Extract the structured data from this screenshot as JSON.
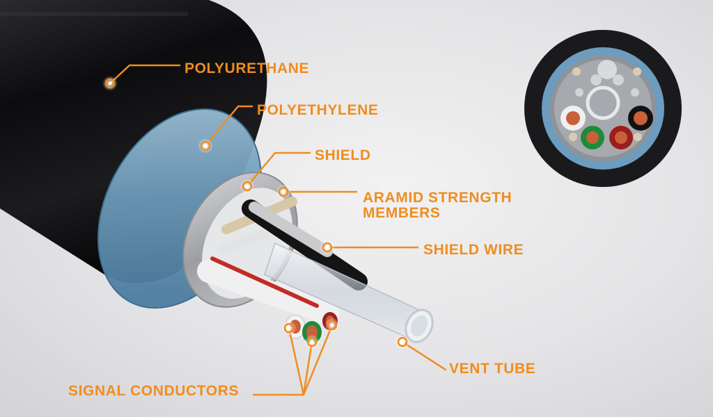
{
  "labels": {
    "polyurethane": "POLYURETHANE",
    "polyethylene": "POLYETHYLENE",
    "shield": "SHIELD",
    "aramid_line1": "ARAMID STRENGTH",
    "aramid_line2": "MEMBERS",
    "shield_wire": "SHIELD WIRE",
    "vent_tube": "VENT TUBE",
    "signal_conductors": "SIGNAL CONDUCTORS"
  },
  "colors": {
    "accent": "#ef8d1f",
    "jacket": "#111113",
    "polyethylene_layer": "#7fa9c4",
    "conductor_copper": "#c8603a",
    "conductor_green": "#1f8a3a",
    "conductor_red": "#9c1d1d"
  },
  "icons": [
    "callout-marker-icon"
  ]
}
